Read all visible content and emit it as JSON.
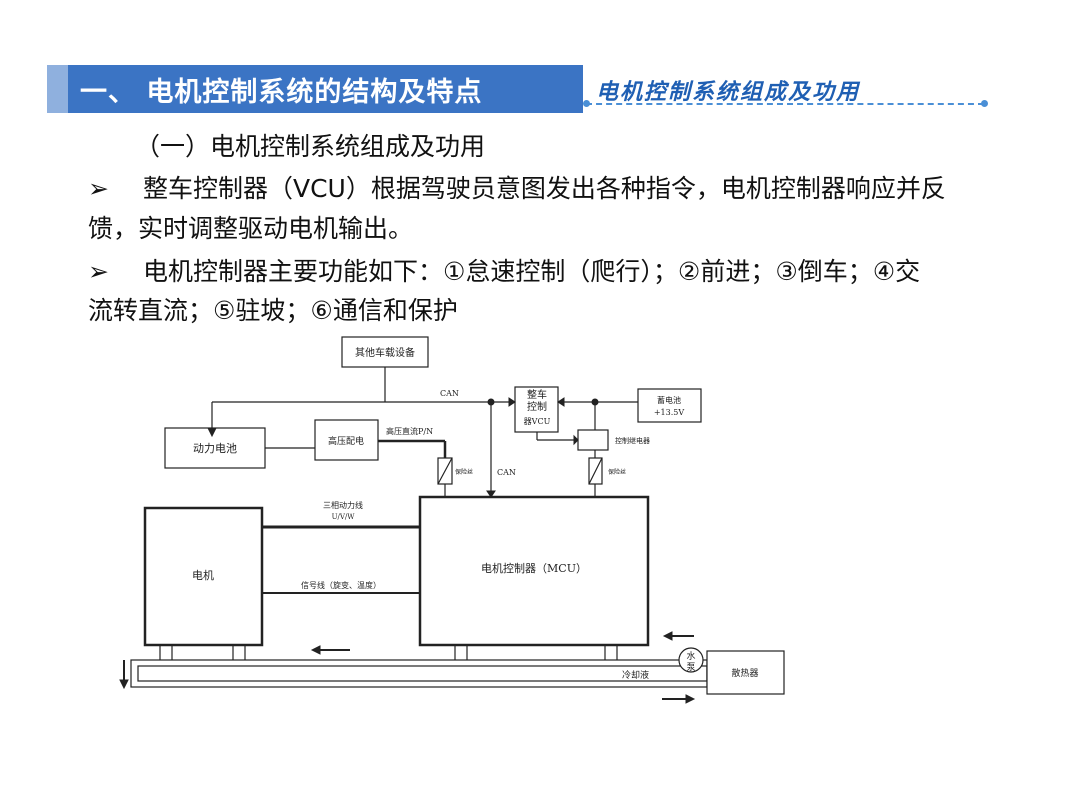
{
  "header": {
    "title": "一、 电机控制系统的结构及特点",
    "subtitle": "电机控制系统组成及功用"
  },
  "content": {
    "section_heading": "（一）电机控制系统组成及功用",
    "bullet_symbol": "➢",
    "bullet1_line1": "整车控制器（VCU）根据驾驶员意图发出各种指令，电机控制器响应并反",
    "bullet1_line2": "馈，实时调整驱动电机输出。",
    "bullet2_line1": "电机控制器主要功能如下：①怠速控制（爬行）；②前进；③倒车；④交",
    "bullet2_line2": "流转直流；⑤驻坡；⑥通信和保护"
  },
  "diagram": {
    "other_devices": "其他车载设备",
    "can_top": "CAN",
    "vcu_line1": "整车",
    "vcu_line2": "控制",
    "vcu_line3": "器VCU",
    "battery12_line1": "蓄电池",
    "battery12_line2": "+13.5V",
    "relay": "控制继电器",
    "power_battery": "动力电池",
    "hv_distribution": "高压配电",
    "hv_dc": "高压直流P/N",
    "fuse1": "保险丝",
    "can_mid": "CAN",
    "fuse2": "保险丝",
    "three_phase_line1": "三相动力线",
    "three_phase_line2": "U/V/W",
    "motor": "电机",
    "signal_line": "信号线（旋变、温度）",
    "mcu": "电机控制器（MCU）",
    "coolant": "冷却液",
    "pump_line1": "水",
    "pump_line2": "泵",
    "radiator": "散热器"
  }
}
